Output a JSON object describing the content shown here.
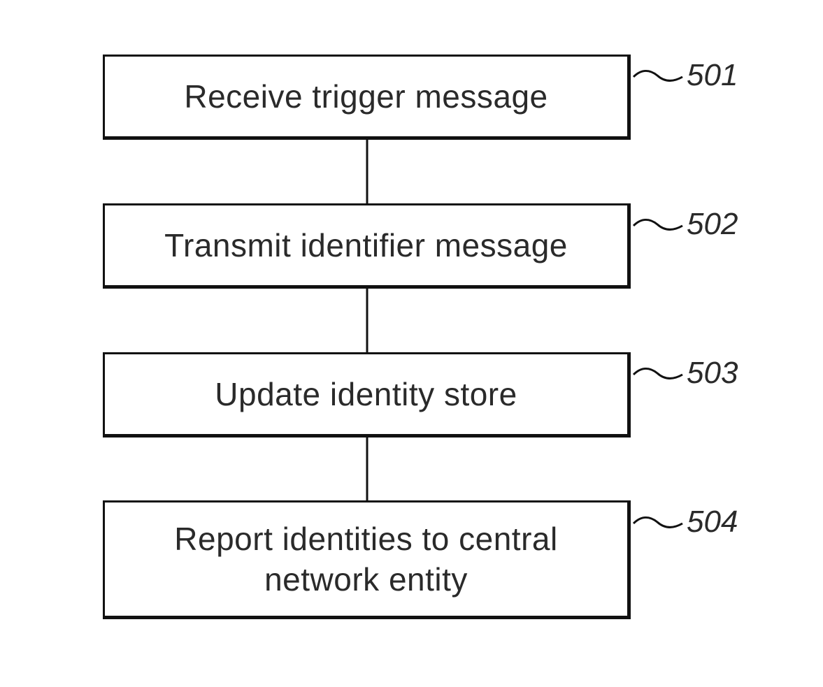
{
  "steps": [
    {
      "ref": "501",
      "text": "Receive trigger message"
    },
    {
      "ref": "502",
      "text": "Transmit identifier message"
    },
    {
      "ref": "503",
      "text": "Update identity store"
    },
    {
      "ref": "504",
      "text": "Report identities to central\nnetwork entity"
    }
  ],
  "colors": {
    "stroke": "#111111",
    "text": "#2a2a2a",
    "background": "#ffffff"
  }
}
